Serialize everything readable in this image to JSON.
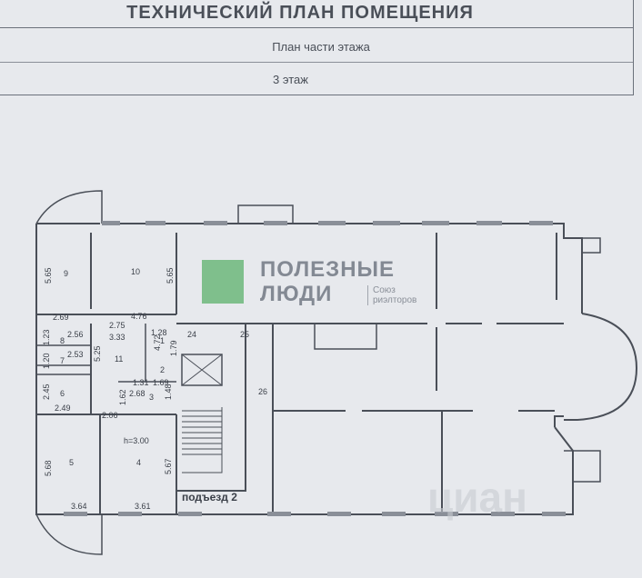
{
  "header": {
    "title": "ТЕХНИЧЕСКИЙ ПЛАН ПОМЕЩЕНИЯ",
    "subtitle": "План части этажа",
    "floor": "3 этаж"
  },
  "plan": {
    "rooms": [
      "9",
      "10",
      "11",
      "8",
      "7",
      "6",
      "5",
      "4",
      "1",
      "2",
      "3"
    ],
    "dimensions": {
      "d565a": "5.65",
      "d565b": "5.65",
      "d269": "2.69",
      "d476": "4.76",
      "d275": "2.75",
      "d333": "3.33",
      "d128": "1.28",
      "d256": "2.56",
      "d253": "2.53",
      "d123": "1.23",
      "d120": "1.20",
      "d245": "2.45",
      "d249": "2.49",
      "d525": "5.25",
      "d131": "1.31",
      "d169": "1.69",
      "d268": "2.68",
      "d162": "1.62",
      "d148": "1.48",
      "d206": "2.06",
      "d568": "5.68",
      "d567": "5.67",
      "d364": "3.64",
      "d361": "3.61",
      "d179": "1.79",
      "d472": "4.72",
      "height": "h=3.00"
    },
    "markers": [
      "24",
      "25",
      "26"
    ],
    "entrance": "подъезд 2"
  },
  "logo": {
    "line1": "ПОЛЕЗНЫЕ",
    "line2": "ЛЮДИ",
    "sub1": "Союз",
    "sub2": "риэлторов",
    "color": "#7fbf8c"
  },
  "watermark": "циан"
}
